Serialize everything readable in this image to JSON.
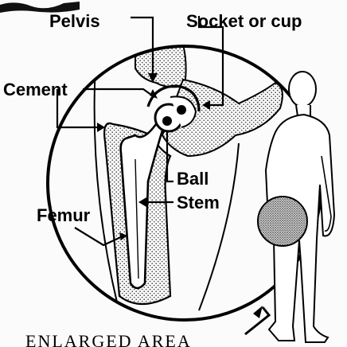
{
  "labels": {
    "pelvis": "Pelvis",
    "socket": "Socket or cup",
    "cement": "Cement",
    "ball": "Ball",
    "stem": "Stem",
    "femur": "Femur",
    "enlarged": "ENLARGED AREA"
  },
  "colors": {
    "ink": "#000000",
    "paper": "#fbfbfb",
    "stipple": "#8a8a8a"
  }
}
